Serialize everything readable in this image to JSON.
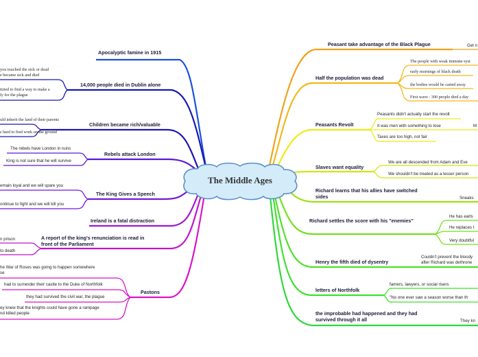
{
  "root": {
    "title": "The Middle Ages"
  },
  "left": {
    "famine": {
      "label": "Apocalyptic famine in 1915"
    },
    "dublin": {
      "label": "14,000 people died in Dublin alone",
      "children": [
        "you touched the sick or dead",
        "e became sick and died",
        "ttried to find a way to make a",
        "ly for the plague"
      ]
    },
    "children": {
      "label": "Children became rich/valuable",
      "children": [
        "uld inherit the land of their parents",
        "s hard to find work on the ground"
      ]
    },
    "rebels": {
      "label": "Rebels attack London",
      "children": [
        "The rebels have London in ruins",
        "King is not sure that he will survive"
      ]
    },
    "king": {
      "label": "The King Gives a Speech",
      "children": [
        "emain loyal and we will spare you",
        "ontinue to fight and we will kill you"
      ]
    },
    "ireland": {
      "label": "Ireland is a fatal distraction"
    },
    "report": {
      "label": [
        "A report of the king's renunciation is read in",
        "front of the Parliament"
      ],
      "children": [
        "n prison",
        "to death"
      ]
    },
    "pastons": {
      "label": "Pastons",
      "children": [
        "he War of Roses was going to happen somewhere",
        "se",
        "had to surrender their castle to the Duke of Northfolk",
        "they had survived the civil war, the plague",
        "ey knew that the knights could have gone a rampage",
        "nd killed people"
      ]
    }
  },
  "right": {
    "peasant": {
      "label": "Peasant take advantage of the Black Plague",
      "children": [
        "Get n"
      ]
    },
    "half": {
      "label": "Half the population was dead",
      "children": [
        "The people with weak immune syst",
        "early mornings of black death",
        "the bodies would be carted away",
        "First wave : 300 people died a day"
      ]
    },
    "revolt": {
      "label": "Peasants Revolt",
      "children": [
        "Peasants didn't actually start the revolt",
        "It was men with something to lose",
        "Taxes are too high, not fair"
      ],
      "extra": "M"
    },
    "slaves": {
      "label": "Slaves want equality",
      "children": [
        "We are all descended from Adam and Eve",
        "We shouldn't be treated as a lesser person"
      ]
    },
    "allies": {
      "label": [
        "Richard learns that his allies have switched",
        "sides"
      ],
      "children": [
        "Sneaks"
      ]
    },
    "settles": {
      "label": "Richard settles the score with his \"enemies\"",
      "children": [
        "He has earls",
        "He replaces t",
        "Very doubtful"
      ]
    },
    "henry": {
      "label": "Henry the fifth died of dysentry",
      "children": [
        "Couldn't prevent the bloody",
        "after Richard was dethrone"
      ]
    },
    "letters": {
      "label": "letters of Northfolk",
      "children": [
        "famers, lawyers, or social risers",
        "\"No one ever saw a season worse than th"
      ]
    },
    "improbable": {
      "label": [
        "the improbable had happened and they had",
        "survived through it all"
      ],
      "children": [
        "They kn"
      ]
    }
  },
  "colors": {
    "orange": "#f0a21a",
    "yellow": "#ecec14",
    "lime": "#9ee012",
    "green": "#3fe02c",
    "blue": "#1a4fe0",
    "navy": "#1616b8",
    "purple": "#7318d4",
    "magenta": "#d814c8",
    "center_fill": "#d4ecfa",
    "center_stroke": "#5a8fc8"
  }
}
